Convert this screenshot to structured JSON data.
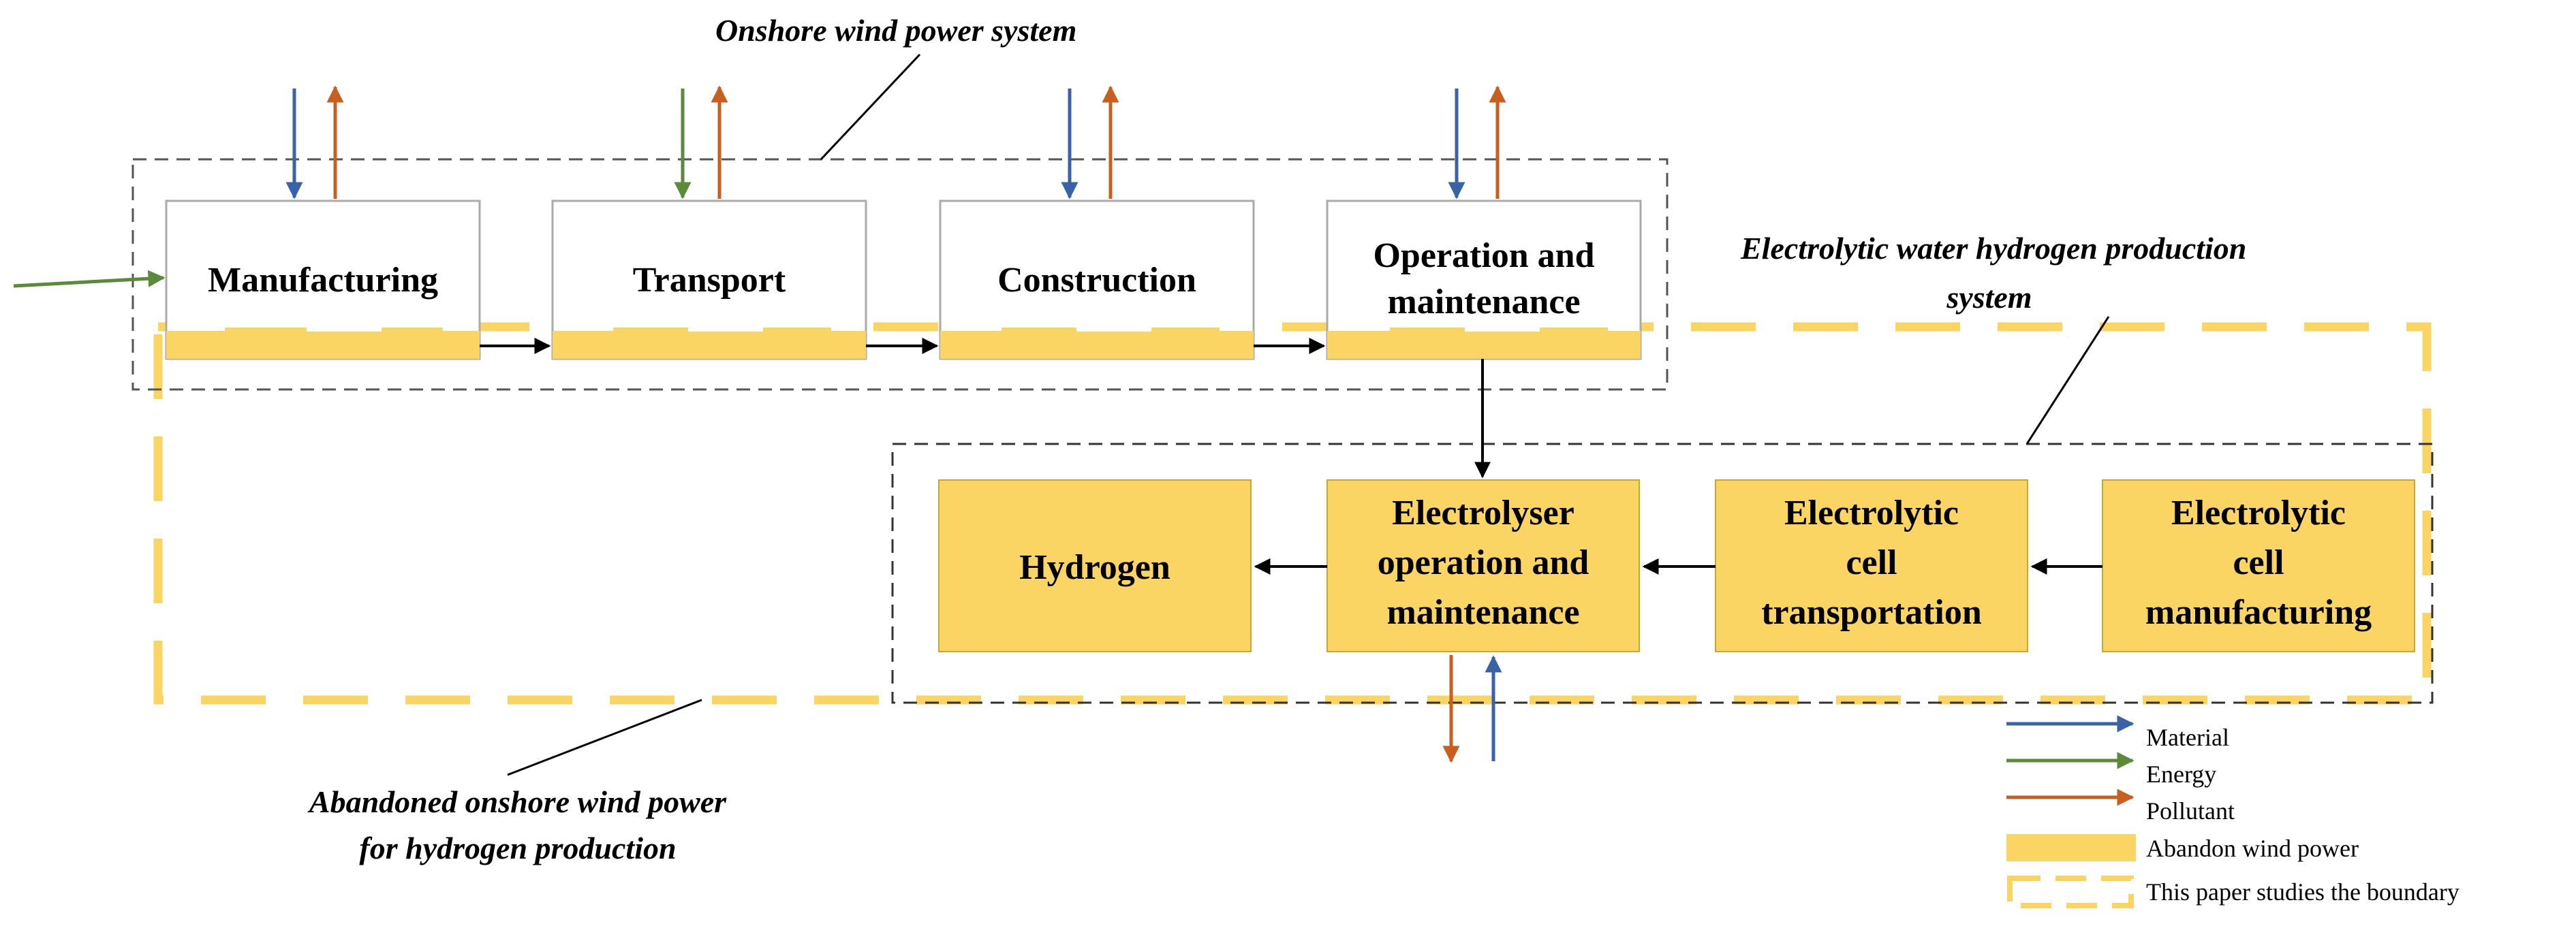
{
  "titles": {
    "onshore_system": "Onshore wind power system",
    "electrolytic_system_line1": "Electrolytic water hydrogen production",
    "electrolytic_system_line2": "system",
    "abandoned_line1": "Abandoned  onshore wind power",
    "abandoned_line2": "for hydrogen production"
  },
  "wind_stages": [
    {
      "line1": "Manufacturing",
      "line2": ""
    },
    {
      "line1": "Transport",
      "line2": ""
    },
    {
      "line1": "Construction",
      "line2": ""
    },
    {
      "line1": "Operation and",
      "line2": "maintenance"
    }
  ],
  "hydrogen_stages": [
    {
      "lines": [
        "Hydrogen"
      ]
    },
    {
      "lines": [
        "Electrolyser",
        "operation and",
        "maintenance"
      ]
    },
    {
      "lines": [
        "Electrolytic",
        "cell",
        "transportation"
      ]
    },
    {
      "lines": [
        "Electrolytic",
        "cell",
        "manufacturing"
      ]
    }
  ],
  "legend": {
    "material": "Material",
    "energy": "Energy",
    "pollutant": "Pollutant",
    "abandon_wind": "Abandon wind power",
    "boundary": "This paper studies the boundary"
  },
  "colors": {
    "material": "#3a62a7",
    "energy": "#5a8a3a",
    "pollutant": "#c85f1e",
    "abandon_fill": "#fad563",
    "boundary": "#fad563",
    "dashed_frame": "#555555"
  }
}
